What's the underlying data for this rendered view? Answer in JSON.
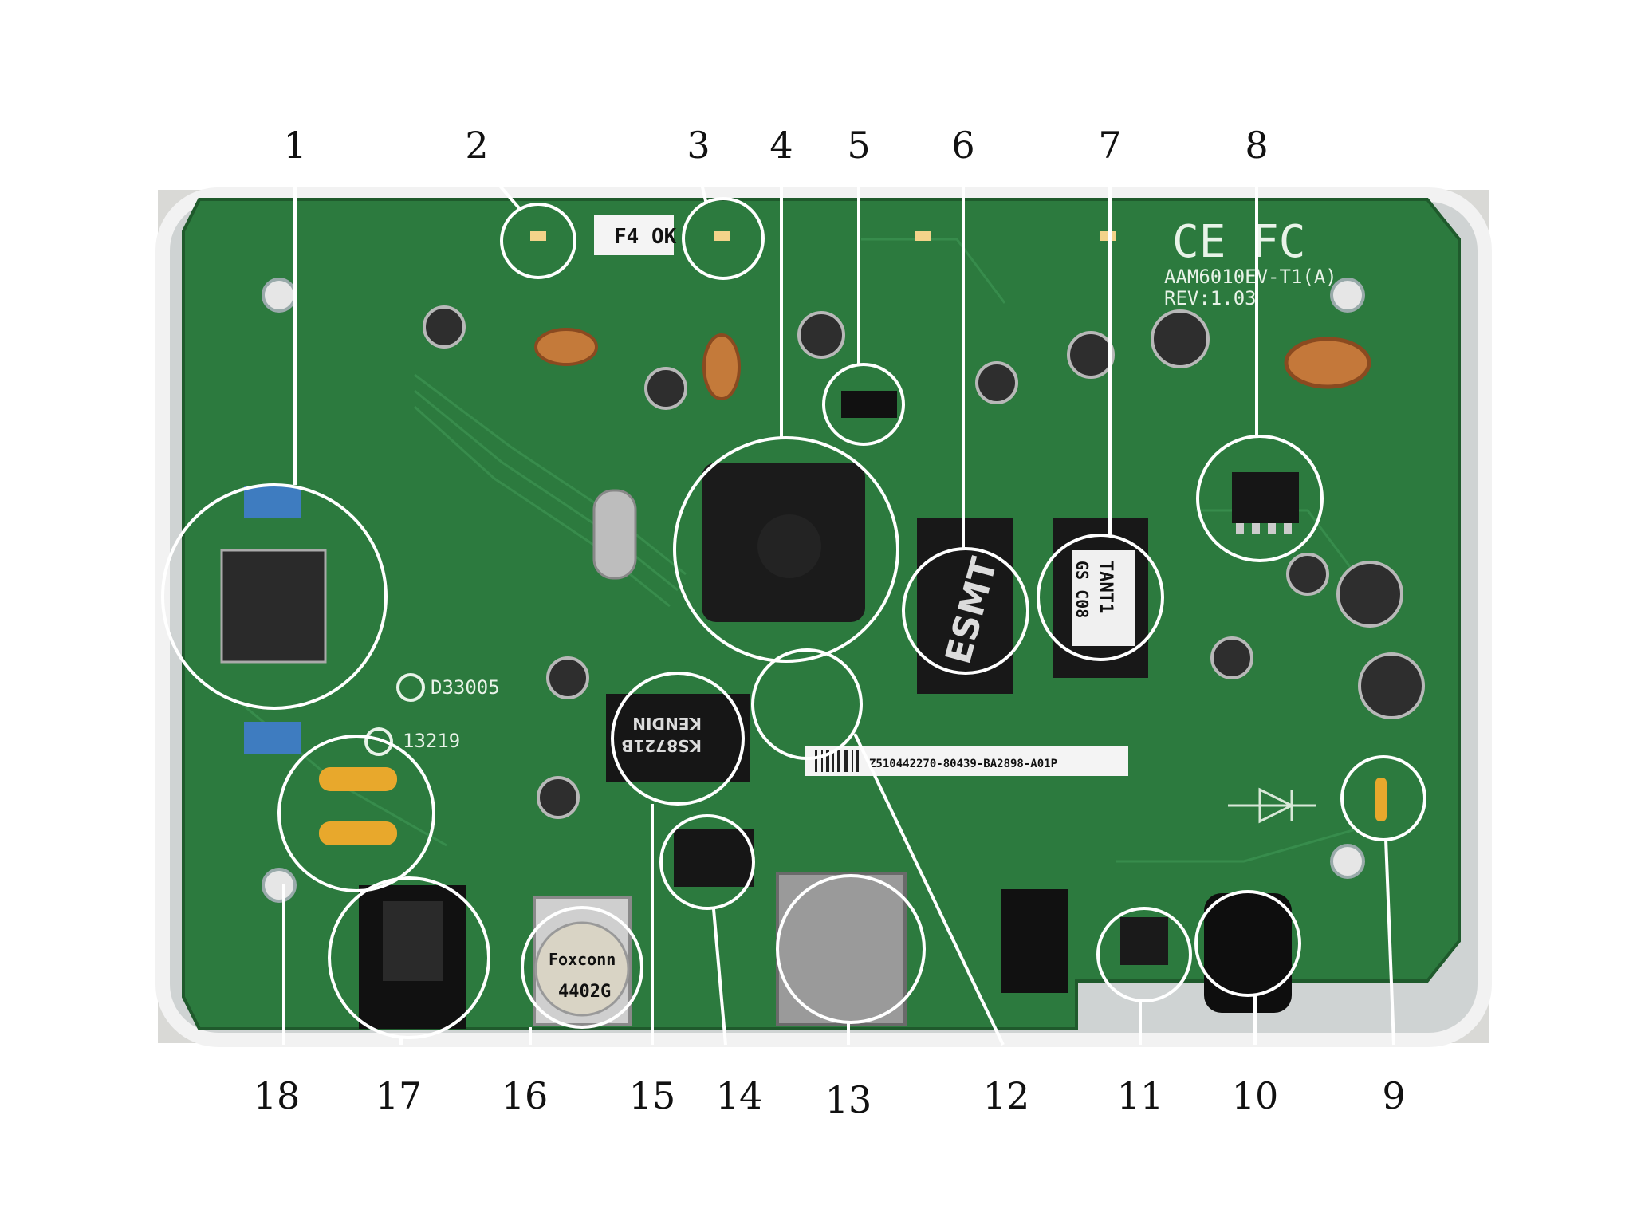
{
  "callouts": [
    {
      "number": "1"
    },
    {
      "number": "2"
    },
    {
      "number": "3"
    },
    {
      "number": "4"
    },
    {
      "number": "5"
    },
    {
      "number": "6"
    },
    {
      "number": "7"
    },
    {
      "number": "8"
    },
    {
      "number": "9"
    },
    {
      "number": "10"
    },
    {
      "number": "11"
    },
    {
      "number": "12"
    },
    {
      "number": "13"
    },
    {
      "number": "14"
    },
    {
      "number": "15"
    },
    {
      "number": "16"
    },
    {
      "number": "17"
    },
    {
      "number": "18"
    }
  ],
  "board_text": {
    "sticker": "F4 OK",
    "model": "AAM6010EV-T1(A)",
    "revision": "REV:1.03",
    "cert_1": "D33005",
    "cert_2": "13219",
    "esmt_chip": "ESMT",
    "tant_chip_line1": "TANT1",
    "tant_chip_line2": "GS C08",
    "kendin_chip_line1": "KENDIN",
    "kendin_chip_line2": "KS8721B",
    "foxconn_brand": "Foxconn",
    "foxconn_code": "4402G",
    "ce_mark": "CE",
    "fc_mark": "FC",
    "barcode_text": "Z510442270-80439-BA2898-A01P"
  },
  "colors": {
    "pcb": "#2c7a3e",
    "pcb_dark": "#1f5a2c",
    "chip": "#1b1b1b",
    "circle": "#ffffff",
    "leader": "#ffffff",
    "number": "#111111"
  }
}
